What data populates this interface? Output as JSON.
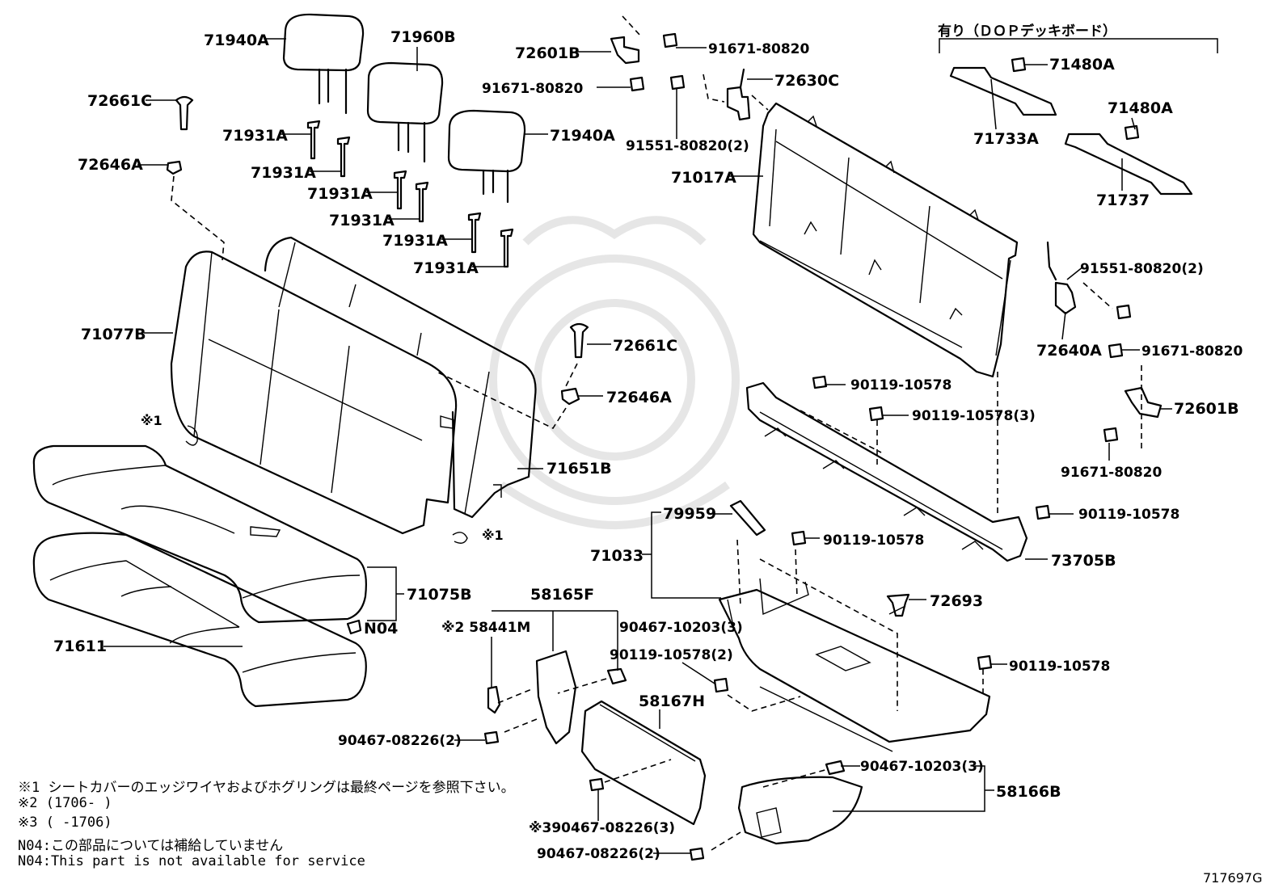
{
  "diagram": {
    "option_header": "有り（ＤＯＰデッキボード）",
    "drawing_code": "717697G",
    "callouts": {
      "c71940A_1": "71940A",
      "c71960B": "71960B",
      "c72661C_1": "72661C",
      "c72646A_1": "72646A",
      "c71931A_1": "71931A",
      "c71931A_2": "71931A",
      "c71931A_3": "71931A",
      "c71931A_4": "71931A",
      "c71931A_5": "71931A",
      "c71931A_6": "71931A",
      "c71940A_2": "71940A",
      "c72601B_1": "72601B",
      "c91671_1": "91671-80820",
      "c91671_2": "91671-80820",
      "c72630C": "72630C",
      "c91551_1": "91551-80820(2)",
      "c71480A_1": "71480A",
      "c71733A": "71733A",
      "c71480A_2": "71480A",
      "c71737": "71737",
      "c71017A": "71017A",
      "c91551_2": "91551-80820(2)",
      "c72640A": "72640A",
      "c91671_3": "91671-80820",
      "c71077B": "71077B",
      "c72661C_2": "72661C",
      "c72646A_2": "72646A",
      "c90119_1": "90119-10578",
      "c90119_2": "90119-10578(3)",
      "c72601B_2": "72601B",
      "c91671_4": "91671-80820",
      "c71651B": "71651B",
      "c90119_3": "90119-10578",
      "c79959": "79959",
      "c90119_4": "90119-10578",
      "c71033": "71033",
      "c73705B": "73705B",
      "c71075B": "71075B",
      "cN04": "N04",
      "c72693": "72693",
      "c71611": "71611",
      "c58165F": "58165F",
      "c58441M": "※2 58441M",
      "c90467_1": "90467-10203(3)",
      "c90119_5": "90119-10578(2)",
      "c90119_6": "90119-10578",
      "c58167H": "58167H",
      "c90467_2": "90467-08226(2)",
      "c90467_3": "90467-10203(3)",
      "c58166B": "58166B",
      "c90467_4": "※390467-08226(3)",
      "c90467_5": "90467-08226(2)",
      "ref1a": "※1",
      "ref1b": "※1"
    },
    "notes": [
      "※1 シートカバーのエッジワイヤおよびホグリングは最終ページを参照下さい。",
      "※2 (1706-   )",
      "※3 (    -1706)",
      "N04:この部品については補給していません",
      "N04:This part is not available for service"
    ]
  }
}
